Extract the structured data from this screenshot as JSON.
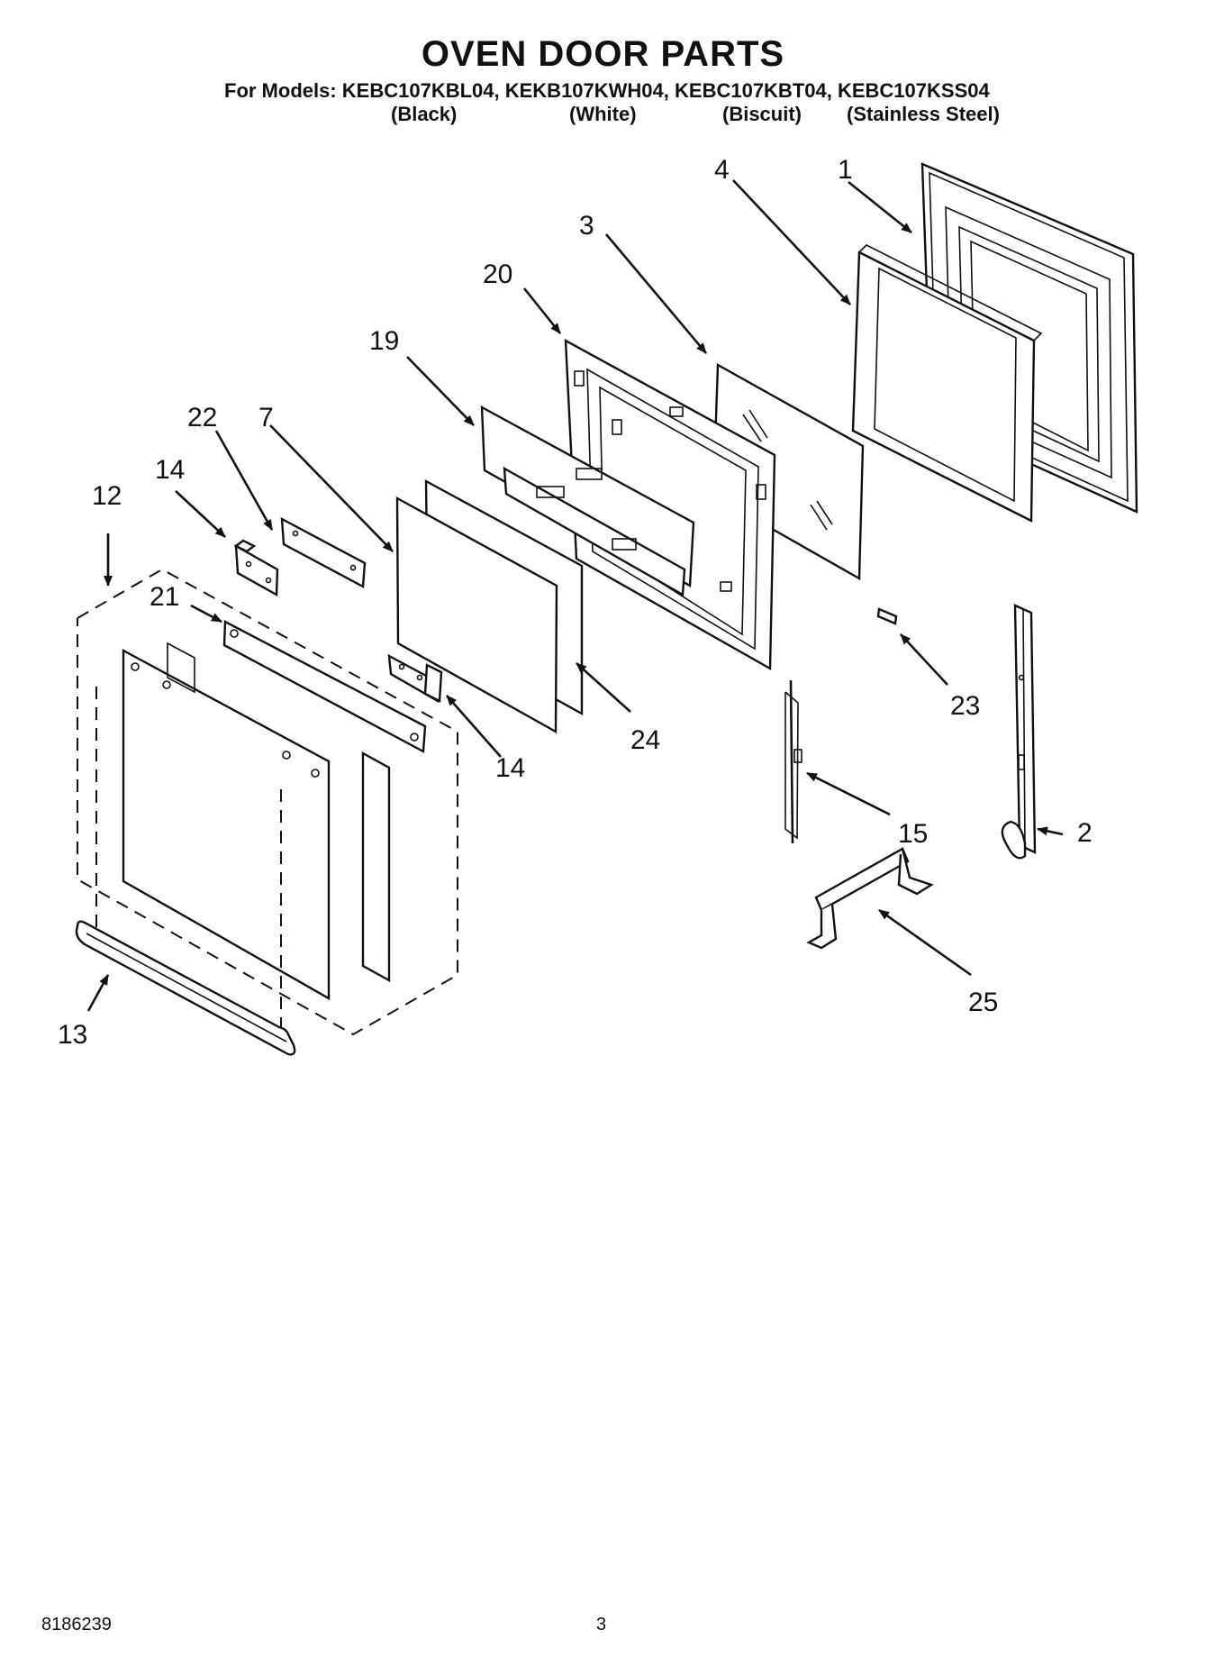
{
  "header": {
    "title": "OVEN DOOR PARTS",
    "models_line": "For Models: KEBC107KBL04, KEKB107KWH04, KEBC107KBT04, KEBC107KSS04",
    "finishes": [
      "(Black)",
      "(White)",
      "(Biscuit)",
      "(Stainless Steel)"
    ]
  },
  "callouts": [
    "1",
    "2",
    "3",
    "4",
    "7",
    "12",
    "13",
    "14",
    "14",
    "15",
    "19",
    "20",
    "21",
    "22",
    "23",
    "24",
    "25"
  ],
  "footer": {
    "doc_number": "8186239",
    "page_number": "3"
  }
}
